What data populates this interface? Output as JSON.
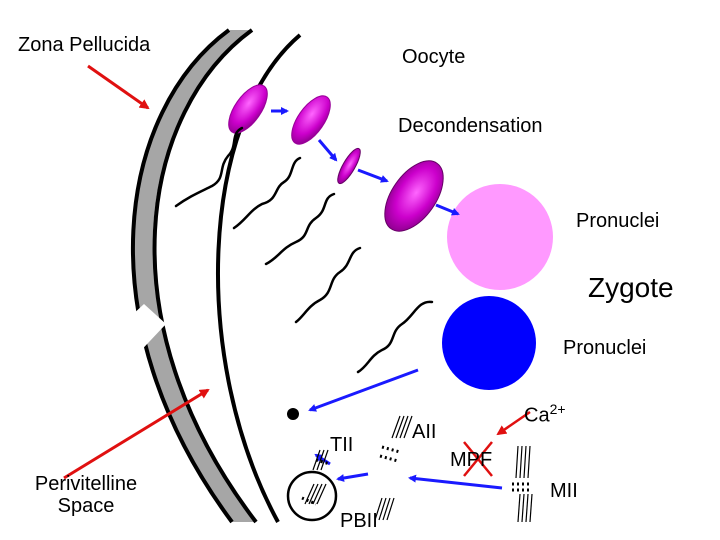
{
  "labels": {
    "zona_pellucida": "Zona Pellucida",
    "oocyte": "Oocyte",
    "decondensation": "Decondensation",
    "pronuclei_top": "Pronuclei",
    "zygote": "Zygote",
    "pronuclei_bottom": "Pronuclei",
    "perivitelline_line1": "Perivitelline",
    "perivitelline_line2": "Space",
    "tii": "TII",
    "aii": "AII",
    "mpf": "MPF",
    "ca": "Ca",
    "ca_charge": "2+",
    "mii": "MII",
    "pbii": "PBII"
  },
  "colors": {
    "zona": "#a6a6a6",
    "membrane": "#000000",
    "sperm_head": "#ff00ff",
    "deep_magenta": "#8b008b",
    "pronucleus_female": "#ff99ff",
    "pronucleus_male": "#0000ff",
    "arrow_blue": "#1a1aff",
    "arrow_red": "#e01010",
    "x_mark": "#e01010"
  },
  "icons": {
    "inhibition_mark": "x-icon",
    "chromosome": "chromosome-icon",
    "sperm": "sperm-icon"
  }
}
